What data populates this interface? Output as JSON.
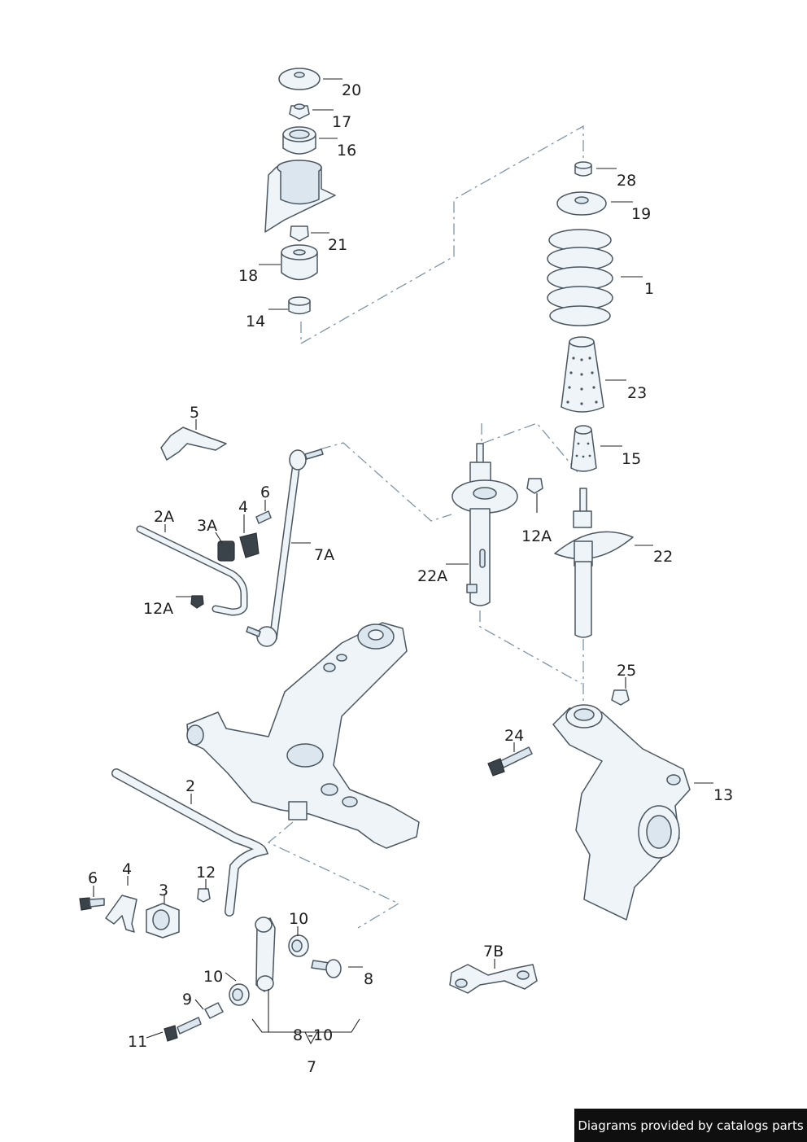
{
  "labels": {
    "p20": "20",
    "p17": "17",
    "p16": "16",
    "p21": "21",
    "p18": "18",
    "p14": "14",
    "p28": "28",
    "p19": "19",
    "p1": "1",
    "p23": "23",
    "p15": "15",
    "p22": "22",
    "p22a": "22A",
    "p12a_r": "12A",
    "p5": "5",
    "p6_top": "6",
    "p4_top": "4",
    "p2a": "2A",
    "p3a": "3A",
    "p7a": "7A",
    "p12a_l": "12A",
    "p25": "25",
    "p24": "24",
    "p13": "13",
    "p2": "2",
    "p6_bot": "6",
    "p4_bot": "4",
    "p3": "3",
    "p12": "12",
    "p10_a": "10",
    "p8": "8",
    "p10_b": "10",
    "p9": "9",
    "p11": "11",
    "p8_10": "8 -10",
    "p7": "7",
    "p7b": "7B"
  },
  "footer": {
    "credit": "Diagrams provided by catalogs parts"
  }
}
